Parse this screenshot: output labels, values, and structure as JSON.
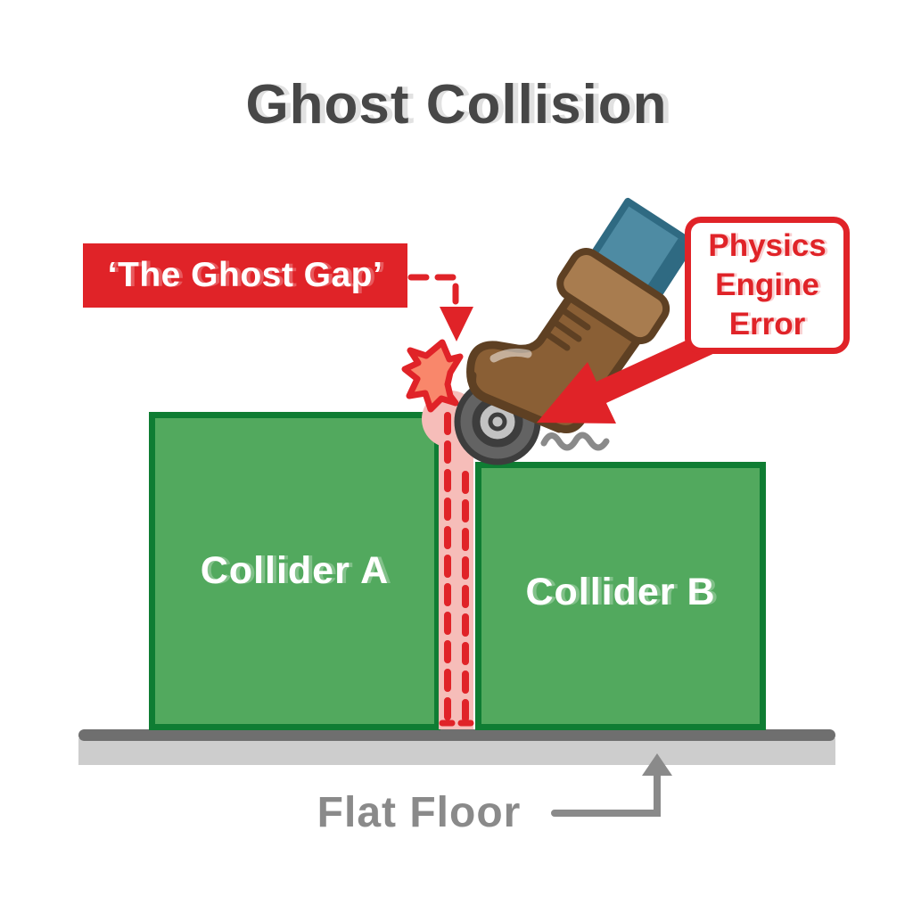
{
  "diagram": {
    "title": "Ghost Collision",
    "gap_label": "‘The Ghost Gap’",
    "error_box": {
      "lines": [
        "Physics",
        "Engine",
        "Error"
      ]
    },
    "colliders": [
      {
        "label": "Collider A"
      },
      {
        "label": "Collider B"
      }
    ],
    "floor": {
      "label": "Flat Floor"
    },
    "icons": {
      "impact": "impact-starburst-icon",
      "boot": "boot-icon",
      "wheel": "caster-wheel-icon",
      "vibration": "vibration-squiggle-icon",
      "error_arrow": "red-arrow-icon",
      "gap_arrow": "dashed-arrow-icon",
      "floor_arrow": "gray-elbow-arrow-icon"
    }
  },
  "colors": {
    "accent_red": "#e02328",
    "collider_fill": "#52a95e",
    "collider_border": "#0f7d33",
    "gap_pink": "#f6bdb9",
    "impact_fill": "#f9876b",
    "floor_dark": "#6f6f6f",
    "floor_light": "#cdcdcd",
    "label_gray": "#8a8a8a",
    "title_gray": "#474747",
    "boot_brown": "#8a5f35",
    "boot_outline": "#5e4023",
    "boot_cuff": "#a87c4f",
    "pant_teal": "#4e8ba3",
    "wheel_gray": "#636363"
  }
}
